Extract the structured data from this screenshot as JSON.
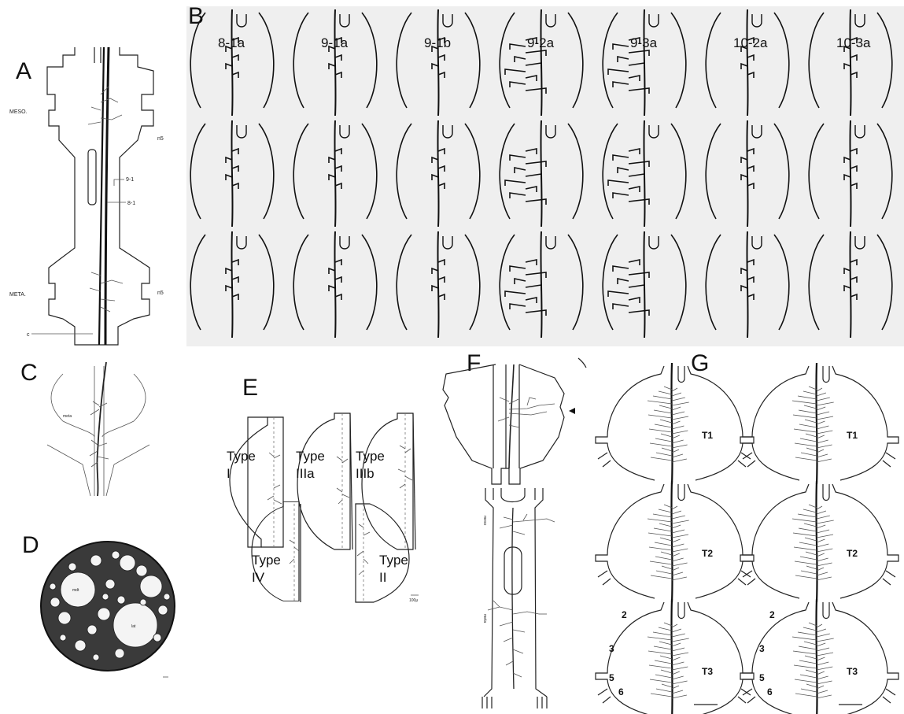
{
  "panels": {
    "A": {
      "label": "A",
      "ganglion_upper": "MESO.",
      "ganglion_lower": "META.",
      "nerve_upper": "n5",
      "nerve_lower": "n5",
      "fiber_9": "9-1",
      "fiber_8": "8-1",
      "marker_c": "c"
    },
    "B": {
      "label": "B",
      "columns": [
        "8-1a",
        "9-1a",
        "9-1b",
        "9-2a",
        "9-3a",
        "10-2a",
        "10-3a"
      ],
      "rows": 3
    },
    "C": {
      "label": "C",
      "ganglion": "meta"
    },
    "D": {
      "label": "D",
      "tract_1": "mdt",
      "tract_2": "lat"
    },
    "E": {
      "label": "E",
      "types": [
        {
          "line1": "Type",
          "line2": "I"
        },
        {
          "line1": "Type",
          "line2": "IIIa"
        },
        {
          "line1": "Type",
          "line2": "IIIb"
        },
        {
          "line1": "Type",
          "line2": "IV"
        },
        {
          "line1": "Type",
          "line2": "II"
        }
      ],
      "scale": "100μ"
    },
    "F": {
      "label": "F",
      "ganglion_upper": "meso",
      "ganglion_lower": "meta"
    },
    "G": {
      "label": "G",
      "segments": [
        "T1",
        "T2",
        "T3",
        "T1",
        "T2",
        "T3"
      ],
      "nerves": [
        "2",
        "3",
        "5",
        "6"
      ]
    }
  }
}
